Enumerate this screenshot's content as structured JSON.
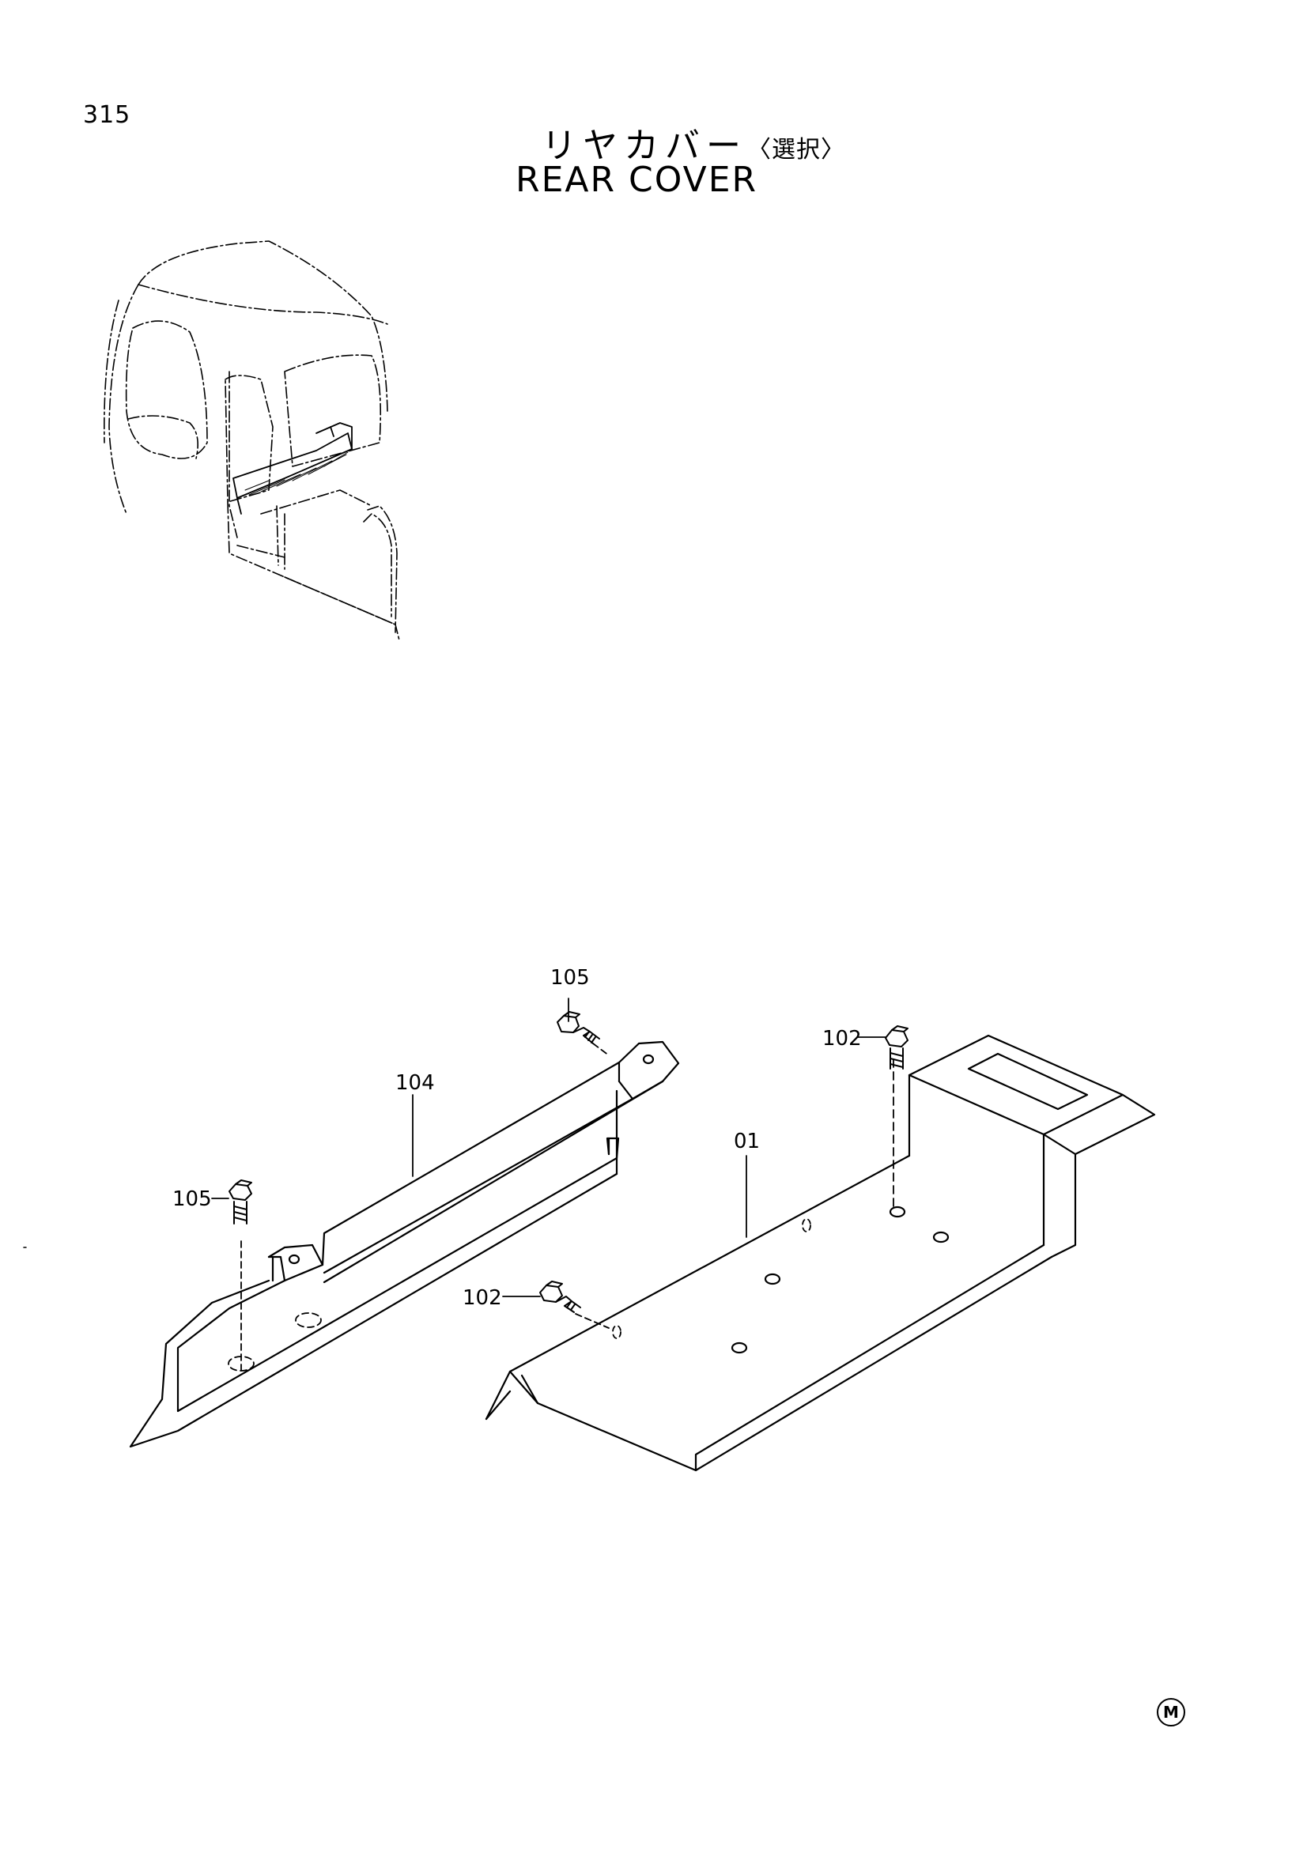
{
  "page": {
    "number": "315"
  },
  "title": {
    "japanese": "リヤカバー",
    "japanese_note": "〈選択〉",
    "english": "REAR COVER"
  },
  "callouts": [
    {
      "id": "c105a",
      "label": "105"
    },
    {
      "id": "c104",
      "label": "104"
    },
    {
      "id": "c105b",
      "label": "105"
    },
    {
      "id": "c102a",
      "label": "102"
    },
    {
      "id": "c01",
      "label": "01"
    },
    {
      "id": "c102b",
      "label": "102"
    }
  ],
  "mark": "M"
}
